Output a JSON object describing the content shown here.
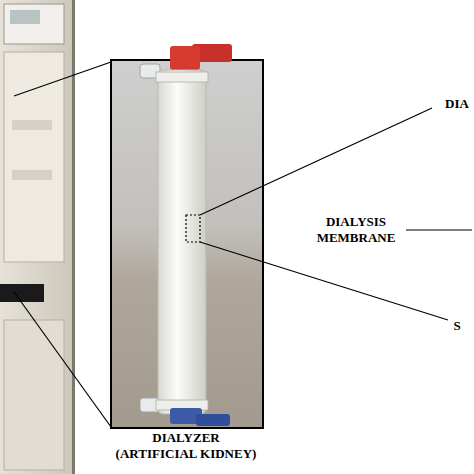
{
  "diagram": {
    "labels": [
      "DIA",
      "DIALYSIS MEMBRANE",
      "S",
      "DIALYZER (ARTIFICIAL KIDNEY)"
    ]
  }
}
